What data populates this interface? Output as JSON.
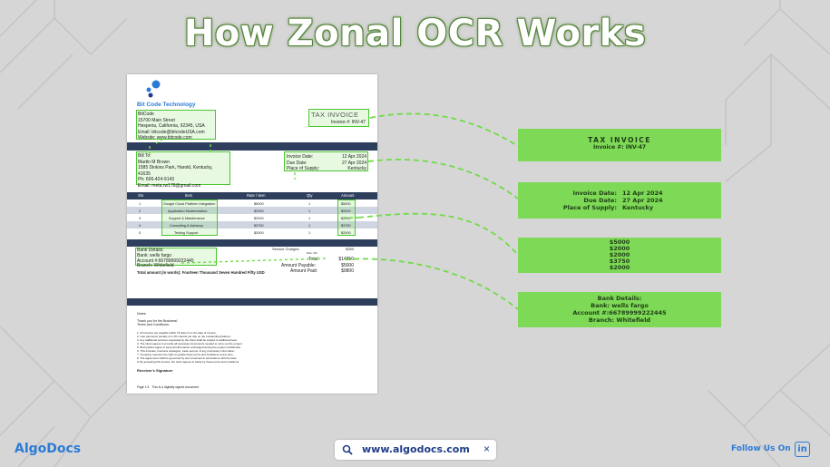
{
  "title": "How Zonal OCR Works",
  "colors": {
    "accent_green": "#7ed957",
    "zone_green": "#4cc631",
    "navy": "#2e3f5e",
    "brand_blue": "#2b7bd6"
  },
  "invoice": {
    "company": "Bit Code Technology",
    "from": [
      "BitCode",
      "15700 Main Street",
      "Hesperia, California, 92345, USA",
      "Email: bitcode@bitcodeUSA.com",
      "Website: www.bitcode.com"
    ],
    "tax_title": "TAX INVOICE",
    "inv_no": "Invoice #: INV-47",
    "bill_to": [
      "Bill To:",
      "Martin M Brown",
      "1585 Dinkins Park, Harold, Kentucky,",
      "41635",
      "Ph: 606-424-9143",
      "Email: meta.rw178@gmail.com"
    ],
    "dates": [
      {
        "k": "Invoice Date:",
        "v": "12 Apr 2024"
      },
      {
        "k": "Due Date:",
        "v": "27 Apr 2024"
      },
      {
        "k": "Place of Supply:",
        "v": "Kentucky"
      }
    ],
    "table_headers": [
      "SN.",
      "Item",
      "Rate / Item",
      "Qty",
      "Amount"
    ],
    "rows": [
      {
        "sn": "1",
        "item": "Google Cloud Platform Integration",
        "rate": "$5000",
        "qty": "1",
        "amt": "$5000"
      },
      {
        "sn": "2",
        "item": "Application Modernization",
        "rate": "$2000",
        "qty": "1",
        "amt": "$2000"
      },
      {
        "sn": "3",
        "item": "Support & Maintenance",
        "rate": "$2000",
        "qty": "1",
        "amt": "$2000"
      },
      {
        "sn": "4",
        "item": "Consulting & Advisory",
        "rate": "$3750",
        "qty": "1",
        "amt": "$3750"
      },
      {
        "sn": "5",
        "item": "Testing Support",
        "rate": "$2000",
        "qty": "1",
        "amt": "$2000"
      }
    ],
    "bank": [
      "Bank Details:",
      "Bank: wells fargo",
      "Account #:66789999222445",
      "Branch: Whitefield"
    ],
    "amount_words": "Total amount (in words): Fourteen Thousand Seven Hundred Fifty USD",
    "service_charges_label": "Service Charges",
    "service_charges_sub": "Disc. 0%",
    "service_charges_val": "$250",
    "total_label": "Total",
    "total_val": "$14850",
    "payable_label": "Amount Payable:",
    "payable_val": "$5000",
    "paid_label": "Amount Paid:",
    "paid_val": "$9800",
    "notes_label": "Notes:",
    "notes_lines": [
      "Thank you for the Business!",
      "Terms and Conditions:"
    ],
    "terms": [
      "1. All invoices are payable within 15 days from the date of invoice.",
      "2. Late payments penalty of a 1% interest per day on the outstanding balance.",
      "3. Any additional services requested by the client shall be subject to additional fees.",
      "4. The client agrees to provide all necessary documents needed to carry out the project.",
      "5. Both parties agree to keep all information exchanged during the project confidential.",
      "6. This includes, business strategies, trade secrets, & any proprietary information.",
      "7. Company reserves the right to update these terms and conditions at any time.",
      "8. The agreement shall be governed by and construed in accordance with the laws.",
      "9. By accepting this invoice, the client agrees to abide by these terms and conditions."
    ],
    "signature": "Receiver's Signature",
    "page": "Page 1/1",
    "digital": "This is a digitally signed document"
  },
  "cards": {
    "tax": {
      "title": "TAX INVOICE",
      "sub": "Invoice #: INV-47"
    },
    "dates": [
      {
        "k": "Invoice Date:",
        "v": "12 Apr 2024"
      },
      {
        "k": "Due Date:",
        "v": "27 Apr 2024"
      },
      {
        "k": "Place of Supply:",
        "v": "Kentucky"
      }
    ],
    "amounts": [
      "$5000",
      "$2000",
      "$2000",
      "$3750",
      "$2000"
    ],
    "bank": [
      "Bank Details:",
      "Bank: wells fargo",
      "Account #:66789999222445",
      "Branch: Whitefield"
    ]
  },
  "footer": {
    "logo": "AlgoDocs",
    "url": "www.algodocs.com",
    "follow": "Follow Us On",
    "linkedin": "in",
    "close": "×"
  }
}
